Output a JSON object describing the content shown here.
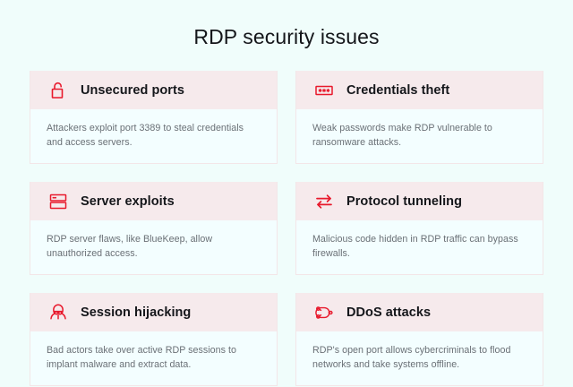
{
  "page": {
    "title": "RDP security issues",
    "background_color": "#f0fdfb",
    "accent_color": "#e8192c",
    "header_color": "#f6eaec",
    "body_color": "#f3feff",
    "title_color": "#14161a",
    "desc_color": "#6a7076"
  },
  "cards": [
    {
      "icon": "open-padlock-icon",
      "title": "Unsecured ports",
      "desc": "Attackers exploit port 3389 to steal credentials and access servers."
    },
    {
      "icon": "password-asterisks-icon",
      "title": "Credentials theft",
      "desc": "Weak passwords make RDP vulnerable to ransomware attacks."
    },
    {
      "icon": "server-rack-icon",
      "title": "Server exploits",
      "desc": "RDP server flaws, like BlueKeep, allow unauthorized access."
    },
    {
      "icon": "two-way-arrows-icon",
      "title": "Protocol tunneling",
      "desc": "Malicious code hidden in RDP traffic can bypass firewalls."
    },
    {
      "icon": "hooded-hacker-icon",
      "title": "Session hijacking",
      "desc": "Bad actors take over active RDP sessions to implant malware and extract data."
    },
    {
      "icon": "ddos-network-icon",
      "title": "DDoS attacks",
      "desc": "RDP's open port allows cybercriminals to flood networks and take systems offline."
    }
  ]
}
